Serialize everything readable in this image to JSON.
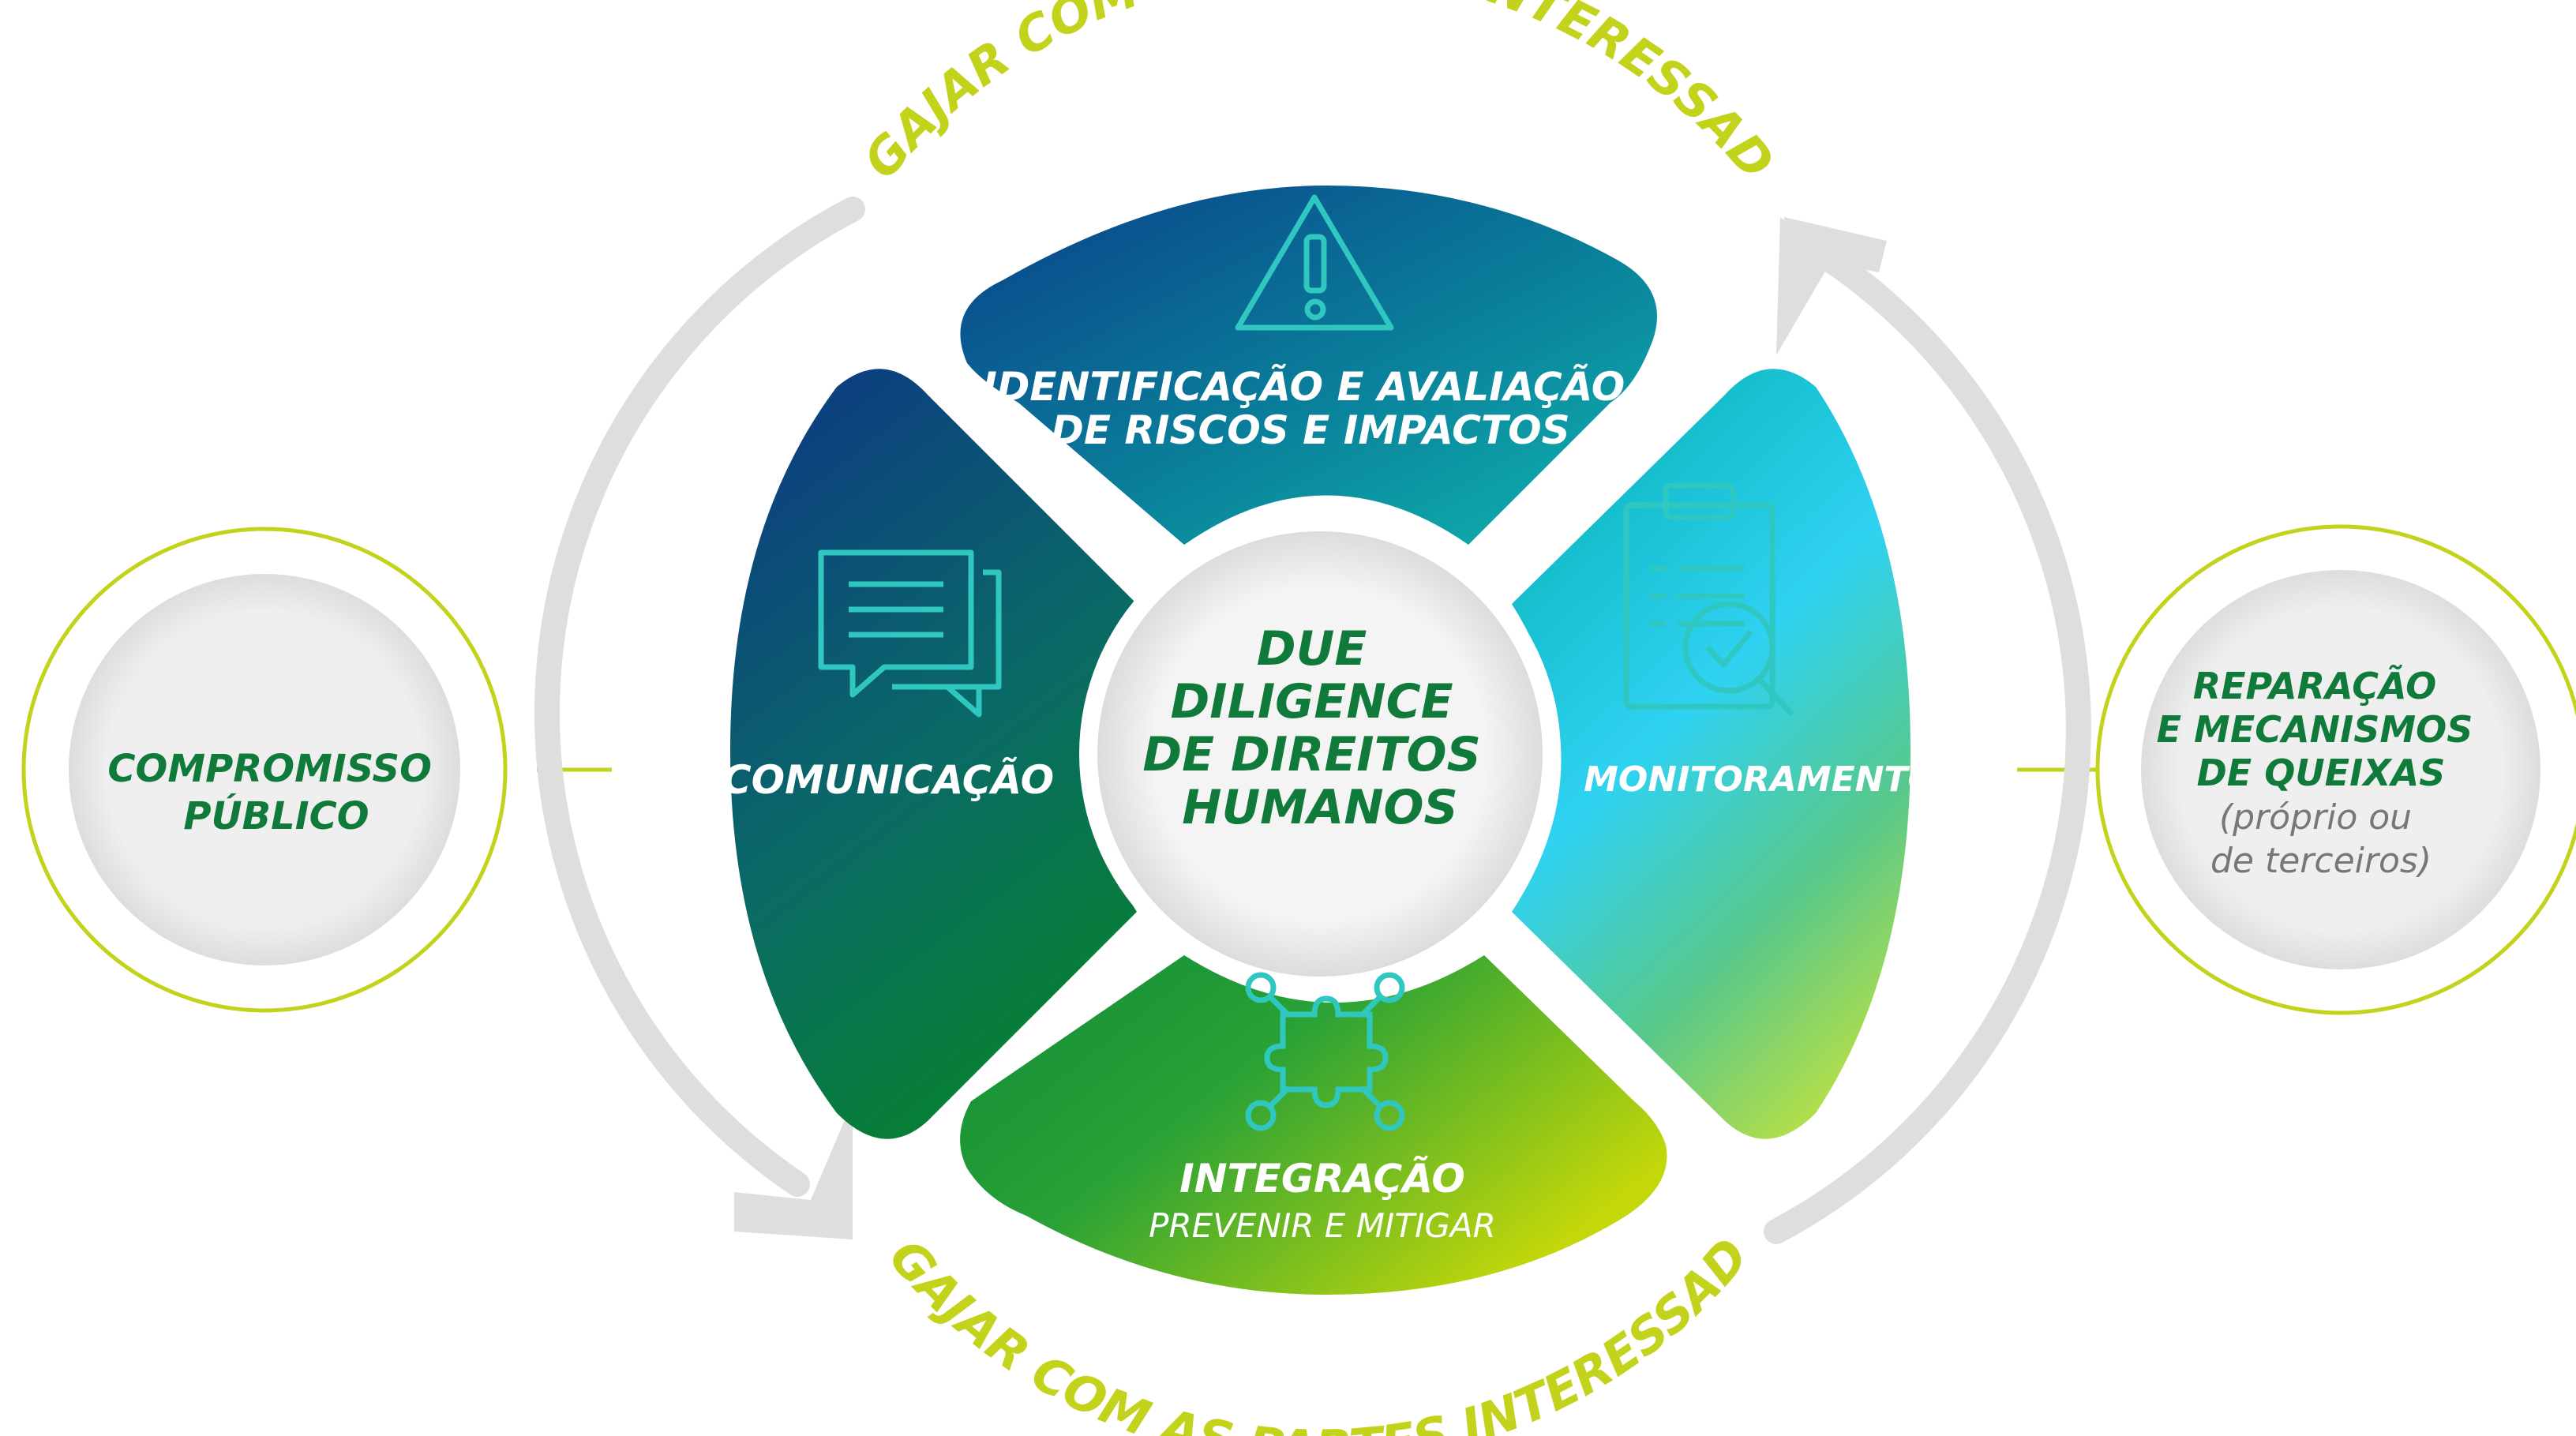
{
  "engage_top": "ENGAJAR COM AS PARTES INTERESSADAS",
  "engage_bottom": "ENGAJAR COM AS PARTES INTERESSADAS",
  "center": {
    "lines": [
      "DUE",
      "DILIGENCE",
      "DE DIREITOS",
      "HUMANOS"
    ]
  },
  "segments": {
    "top": {
      "lines": [
        "IDENTIFICAÇÃO E AVALIAÇÃO",
        "DE RISCOS E IMPACTOS"
      ],
      "icon": "warning-triangle-icon"
    },
    "left": {
      "label": "COMUNICAÇÃO",
      "icon": "speech-bubbles-icon"
    },
    "right": {
      "label": "MONITORAMENTO",
      "icon": "clipboard-check-icon"
    },
    "bottom": {
      "label": "INTEGRAÇÃO",
      "sub": "PREVENIR E MITIGAR",
      "icon": "puzzle-network-icon"
    }
  },
  "left_circle": {
    "lines": [
      "COMPROMISSO",
      "PÚBLICO"
    ]
  },
  "right_circle": {
    "lines": [
      "REPARAÇÃO",
      "E MECANISMOS",
      "DE QUEIXAS"
    ],
    "sub_lines": [
      "(próprio ou",
      "de terceiros)"
    ]
  },
  "colors": {
    "lime": "#c3d21a",
    "dark_green": "#107a3a",
    "navy": "#0d3f86",
    "teal": "#06a9aa",
    "cyan": "#2fd0f0",
    "gray_arrow": "#dedede",
    "text_gray": "#777777"
  }
}
